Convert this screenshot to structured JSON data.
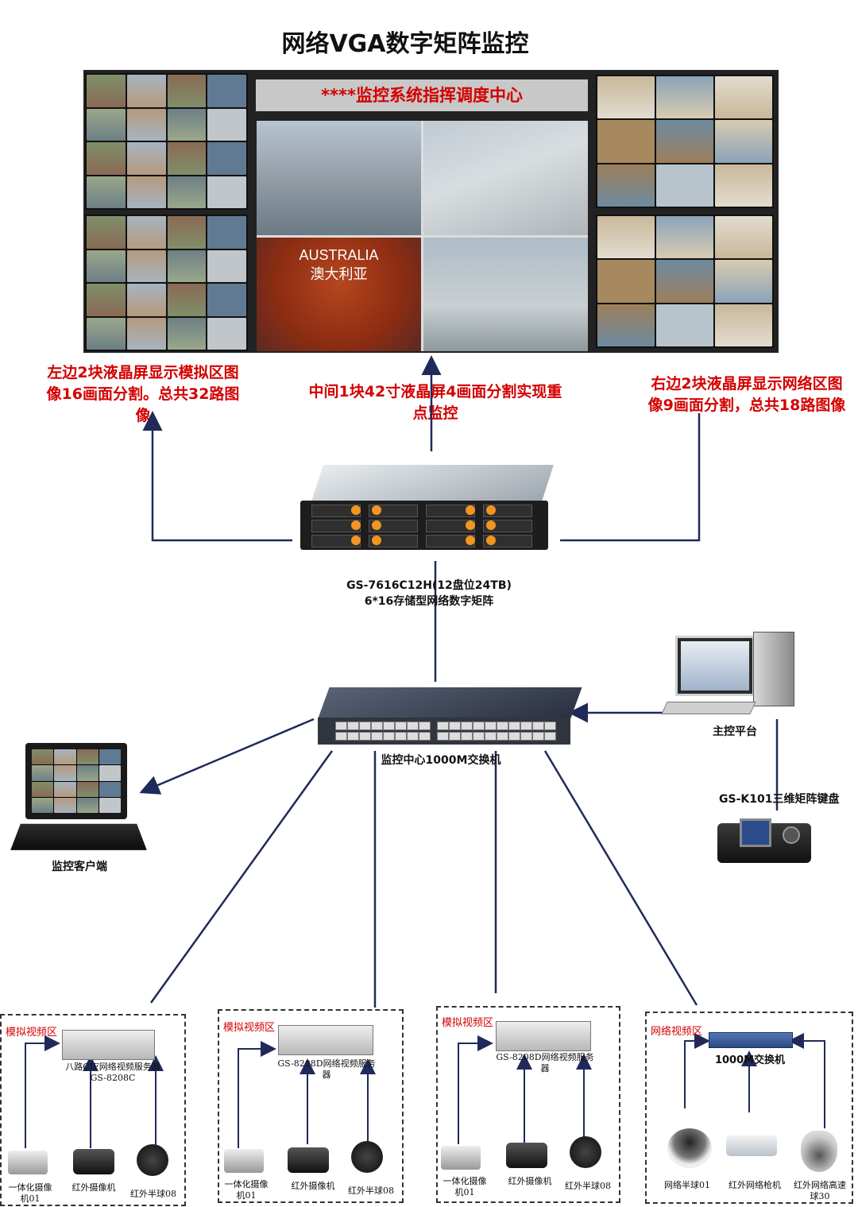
{
  "title": "网络VGA数字矩阵监控",
  "banner": "****监控系统指挥调度中心",
  "quad_text": {
    "line1": "AUSTRALIA",
    "line2": "澳大利亚"
  },
  "captions": {
    "left": [
      "左边2块液晶屏显示模拟区图",
      "像16画面分割。总共32路图",
      "像"
    ],
    "center": [
      "中间1块42寸液晶屏4画面分割实现重",
      "点监控"
    ],
    "right": [
      "右边2块液晶屏显示网络区图",
      "像9画面分割，总共18路图像"
    ]
  },
  "matrix": {
    "model": "GS-7616C12H(12盘位24TB)",
    "desc": "6*16存储型网络数字矩阵"
  },
  "switch": {
    "label": "监控中心1000M交换机"
  },
  "pc": {
    "label": "主控平台"
  },
  "keyboard": {
    "label": "GS-K101三维矩阵键盘"
  },
  "laptop": {
    "label": "监控客户端"
  },
  "zones": [
    {
      "label": "模拟视频区",
      "device": [
        "八路CIF网络视频服务器",
        "GS-8208C"
      ],
      "cams": [
        [
          "一体化摄像",
          "机01"
        ],
        [
          "红外摄像机"
        ],
        [
          "红外半球08"
        ]
      ]
    },
    {
      "label": "模拟视频区",
      "device": [
        "GS-8208D网络视频服务",
        "器"
      ],
      "cams": [
        [
          "一体化摄像",
          "机01"
        ],
        [
          "红外摄像机"
        ],
        [
          "红外半球08"
        ]
      ]
    },
    {
      "label": "模拟视频区",
      "device": [
        "GS-8208D网络视频服务",
        "器"
      ],
      "cams": [
        [
          "一体化摄像",
          "机01"
        ],
        [
          "红外摄像机"
        ],
        [
          "红外半球08"
        ]
      ]
    },
    {
      "label": "网络视频区",
      "device": [
        "1000M交换机"
      ],
      "cams": [
        [
          "网络半球01"
        ],
        [
          "红外网络枪机"
        ],
        [
          "红外网络高速",
          "球30"
        ]
      ]
    }
  ],
  "colors": {
    "accent_red": "#d40000",
    "line_navy": "#1f2a5a"
  }
}
